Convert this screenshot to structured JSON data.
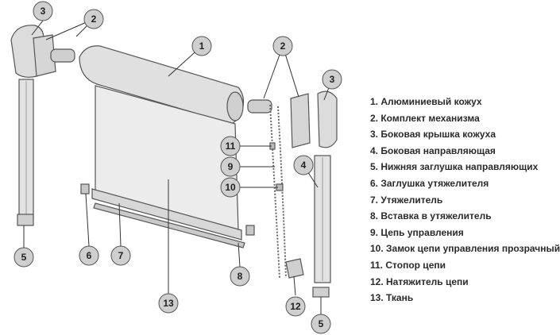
{
  "callouts": {
    "c1": "1",
    "c2a": "2",
    "c2b": "2",
    "c3a": "3",
    "c3b": "3",
    "c4": "4",
    "c5a": "5",
    "c5b": "5",
    "c6": "6",
    "c7": "7",
    "c8": "8",
    "c9": "9",
    "c10": "10",
    "c11": "11",
    "c12": "12",
    "c13": "13"
  },
  "legend": [
    "1. Алюминиевый кожух",
    "2. Комплект механизма",
    "3. Боковая крышка кожуха",
    "4. Боковая направляющая",
    "5. Нижняя заглушка направляющих",
    "6. Заглушка утяжелителя",
    "7. Утяжелитель",
    "8. Вставка  в утяжелитель",
    "9. Цепь управления",
    "10. Замок цепи управления прозрачный",
    "11. Стопор цепи",
    "12. Натяжитель цепи",
    "13. Ткань"
  ],
  "colors": {
    "callout_fill": "#cfcfcf",
    "part_fill": "#e4e4e4",
    "fabric_fill": "#ececec",
    "outline": "#555555"
  }
}
